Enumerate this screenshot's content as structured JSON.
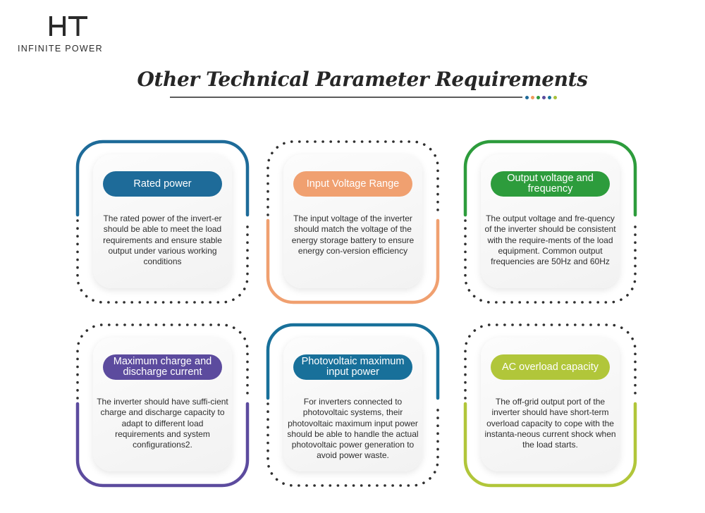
{
  "header": {
    "logo_text": "INFINITE POWER",
    "title": "Other Technical Parameter Requirements"
  },
  "title_dots": [
    "#1f6a9a",
    "#ef9a5b",
    "#2e9b3e",
    "#5a4a9c",
    "#19739c",
    "#a8c13a"
  ],
  "colors": {
    "blue": "#1e6b99",
    "orange": "#f0a070",
    "green": "#2d9c3c",
    "purple": "#5c4b9e",
    "teal": "#18709a",
    "lime": "#b1c63a"
  },
  "cards": [
    {
      "title": "Rated power",
      "description": "The rated power of the invert-er should be able to meet the load requirements and ensure stable output under various working conditions",
      "color": "#1e6b99"
    },
    {
      "title": "Input Voltage Range",
      "description": "The input voltage of the inverter should match the voltage of the energy storage battery to ensure energy con-version efficiency",
      "color": "#f0a070"
    },
    {
      "title": "Output voltage and frequency",
      "description": "The output voltage and fre-quency of the inverter should be consistent with the require-ments of the load equipment. Common output frequencies are 50Hz and 60Hz",
      "color": "#2d9c3c"
    },
    {
      "title": "Maximum charge and discharge current",
      "description": "The inverter should have suffi-cient charge and discharge capacity to adapt to different load requirements and system configurations2.",
      "color": "#5c4b9e"
    },
    {
      "title": "Photovoltaic maximum input power",
      "description": "For inverters connected to photovoltaic systems, their photovoltaic maximum input power should be able to handle the actual photovoltaic power generation to avoid power waste.",
      "color": "#18709a"
    },
    {
      "title": "AC overload capacity",
      "description": "The off-grid output port of the inverter should have short-term overload capacity to cope with the instanta-neous current shock when the load starts.",
      "color": "#b1c63a"
    }
  ]
}
